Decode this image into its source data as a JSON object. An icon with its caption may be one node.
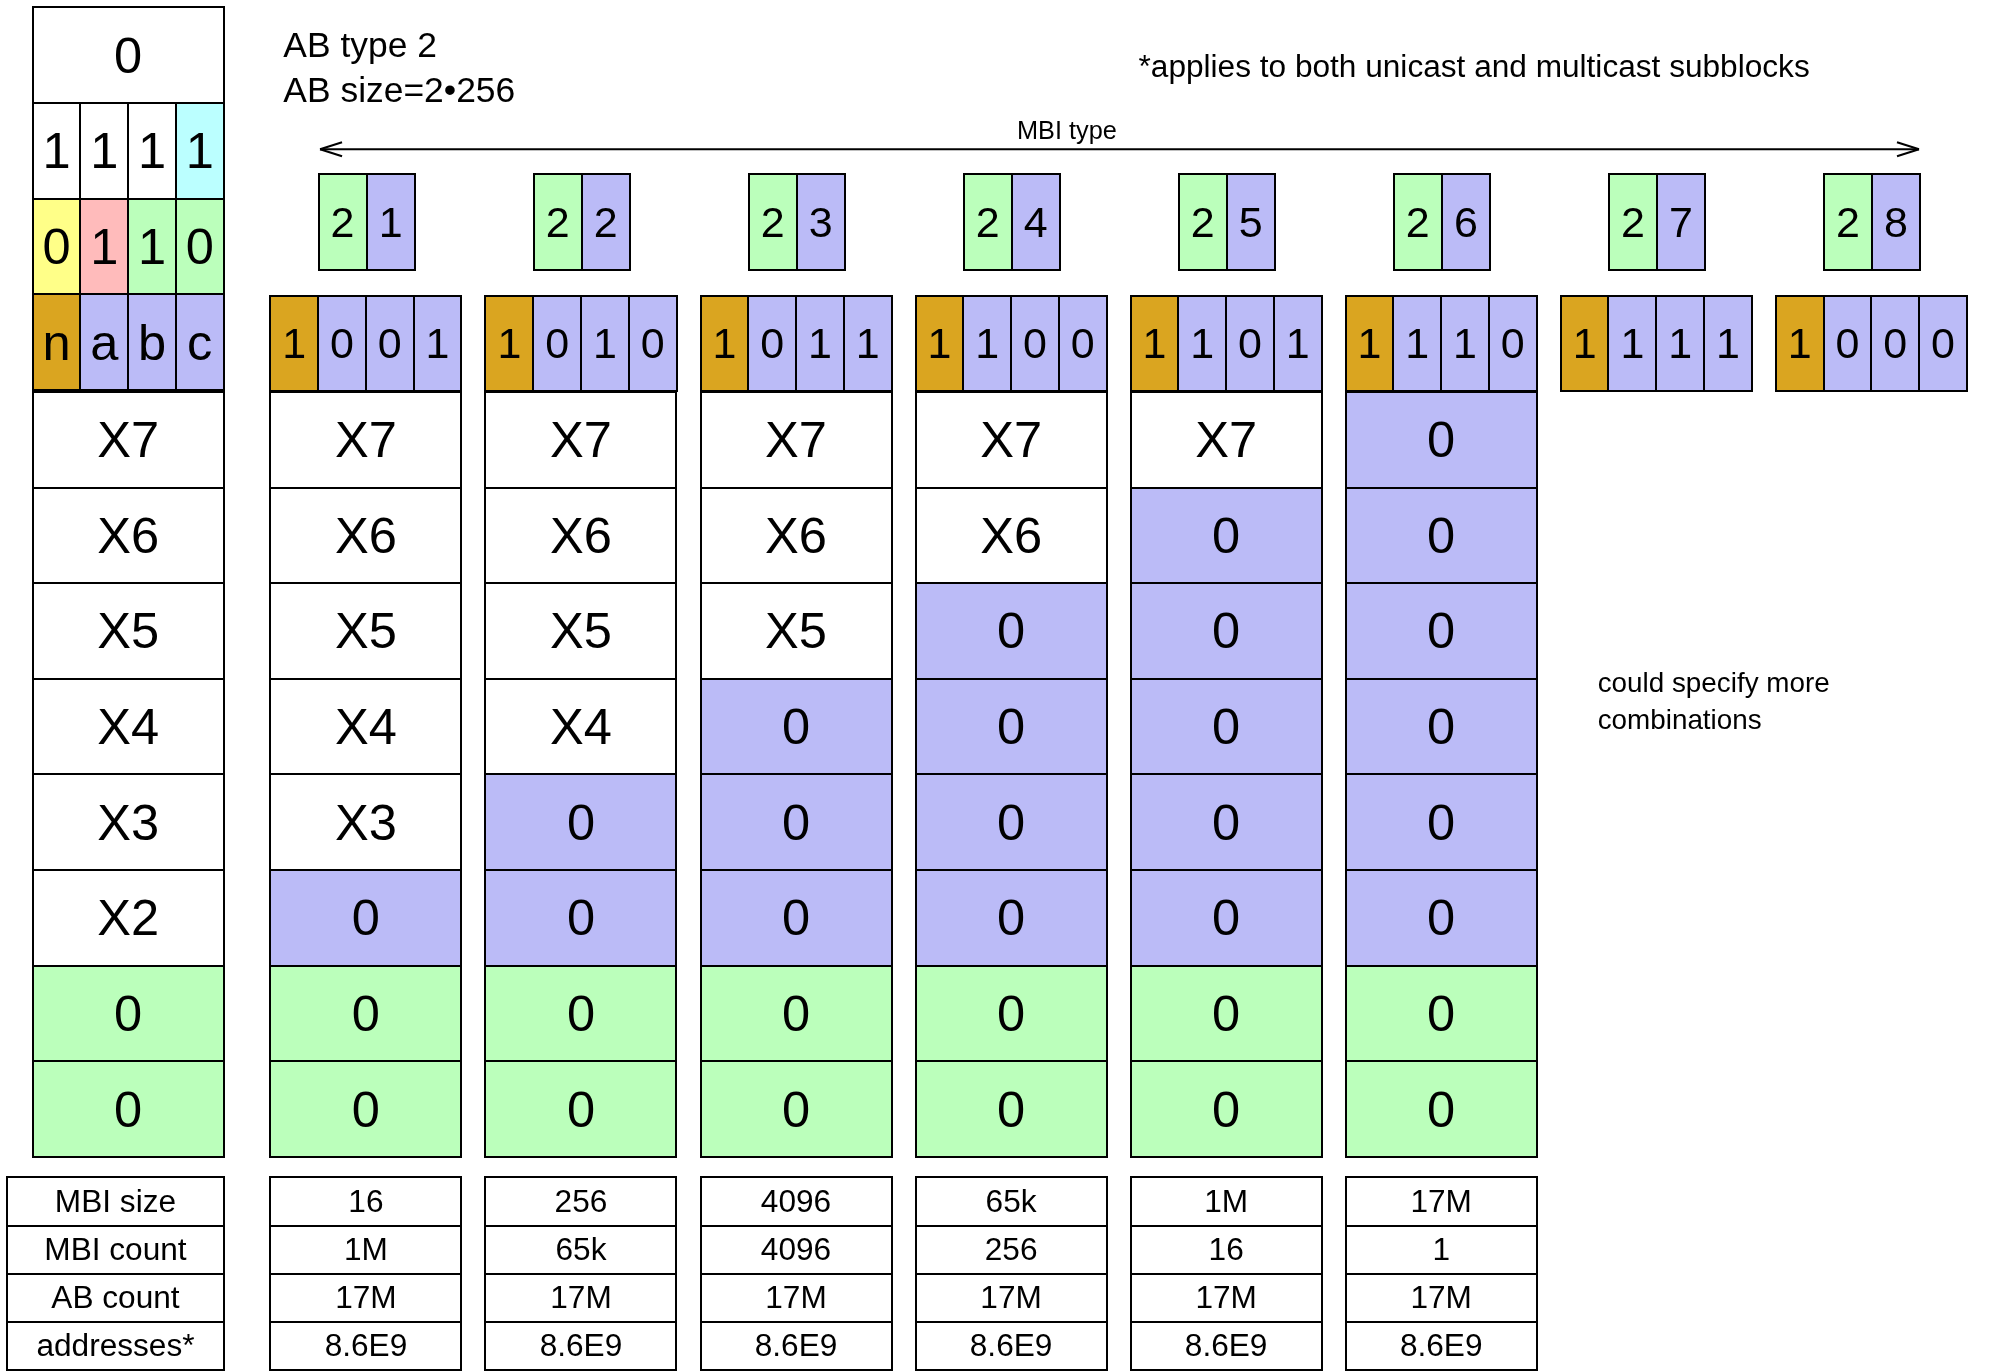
{
  "diagram": {
    "labels": [
      "0",
      "1",
      "1",
      "1",
      "1",
      "0",
      "1",
      "1",
      "0",
      "n",
      "a",
      "b",
      "c",
      "X7",
      "X6",
      "X5",
      "X4",
      "X3",
      "X2",
      "0",
      "0",
      "AB type 2",
      "AB size=2•256",
      "*applies to both unicast and multicast subblocks",
      "MBI type",
      "2",
      "1",
      "1",
      "0",
      "0",
      "1",
      "X7",
      "X6",
      "X5",
      "X4",
      "X3",
      "0",
      "0",
      "0",
      "2",
      "2",
      "1",
      "0",
      "1",
      "0",
      "X7",
      "X6",
      "X5",
      "X4",
      "0",
      "0",
      "0",
      "0",
      "2",
      "3",
      "1",
      "0",
      "1",
      "1",
      "X7",
      "X6",
      "X5",
      "0",
      "0",
      "0",
      "0",
      "0",
      "2",
      "4",
      "1",
      "1",
      "0",
      "0",
      "X7",
      "X6",
      "0",
      "0",
      "0",
      "0",
      "0",
      "0",
      "2",
      "5",
      "1",
      "1",
      "0",
      "1",
      "X7",
      "0",
      "0",
      "0",
      "0",
      "0",
      "0",
      "0",
      "2",
      "6",
      "1",
      "1",
      "1",
      "0",
      "0",
      "0",
      "0",
      "0",
      "0",
      "0",
      "0",
      "0",
      "2",
      "7",
      "1",
      "1",
      "1",
      "1",
      "2",
      "8",
      "1",
      "0",
      "0",
      "0",
      "could specify more combinations",
      "MBI size",
      "16",
      "256",
      "4096",
      "65k",
      "1M",
      "17M",
      "MBI count",
      "1M",
      "65k",
      "4096",
      "256",
      "16",
      "1",
      "AB count",
      "17M",
      "17M",
      "17M",
      "17M",
      "17M",
      "17M",
      "addresses*",
      "8.6E9",
      "8.6E9",
      "8.6E9",
      "8.6E9",
      "8.6E9",
      "8.6E9"
    ]
  }
}
